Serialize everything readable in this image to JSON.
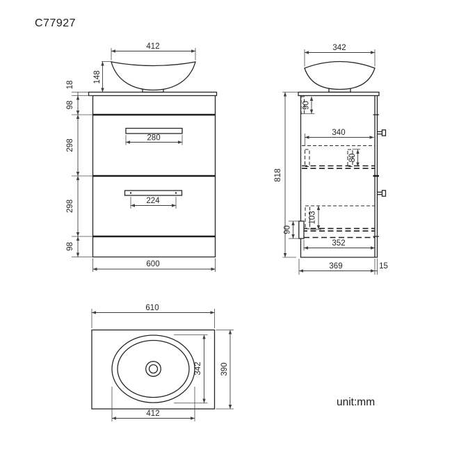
{
  "title": "C77927",
  "unit_label": "unit:mm",
  "colors": {
    "background": "#ffffff",
    "line_color": "#231f20"
  },
  "front_view": {
    "basin_width": "412",
    "basin_height": "148",
    "countertop_thickness": "18",
    "top_section_height": "98",
    "drawer1_height": "298",
    "drawer2_height": "298",
    "plinth_height": "98",
    "drawer1_handle_width": "280",
    "drawer2_handle_width": "224",
    "cabinet_width": "600"
  },
  "side_view": {
    "basin_depth": "342",
    "back_rail_height": "90",
    "drawer_inner_depth": "340",
    "drawer1_inner_height": "80",
    "total_height": "818",
    "drawer2_inner_height": "103",
    "bottom_back_height": "90",
    "drawer_bottom_depth": "352",
    "cabinet_depth": "369",
    "handle_projection": "15"
  },
  "top_view": {
    "countertop_width": "610",
    "countertop_depth": "390",
    "basin_depth": "342",
    "basin_width": "412"
  }
}
